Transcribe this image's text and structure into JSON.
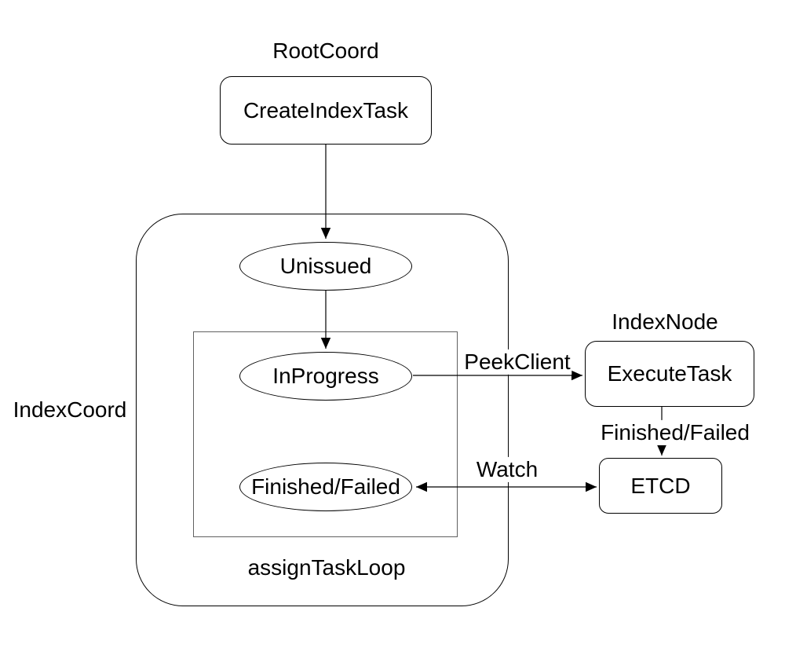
{
  "diagram": {
    "title_labels": {
      "root_coord": "RootCoord",
      "index_node": "IndexNode",
      "index_coord": "IndexCoord",
      "assign_task_loop": "assignTaskLoop"
    },
    "nodes": {
      "create_index_task": "CreateIndexTask",
      "execute_task": "ExecuteTask",
      "etcd": "ETCD"
    },
    "states": {
      "unissued": "Unissued",
      "in_progress": "InProgress",
      "finished_failed": "Finished/Failed"
    },
    "edge_labels": {
      "peek_client": "PeekClient",
      "finished_failed": "Finished/Failed",
      "watch": "Watch"
    },
    "colors": {
      "stroke": "#000000",
      "inner_loop_stroke": "#616161",
      "background": "#ffffff",
      "text": "#000000"
    }
  }
}
